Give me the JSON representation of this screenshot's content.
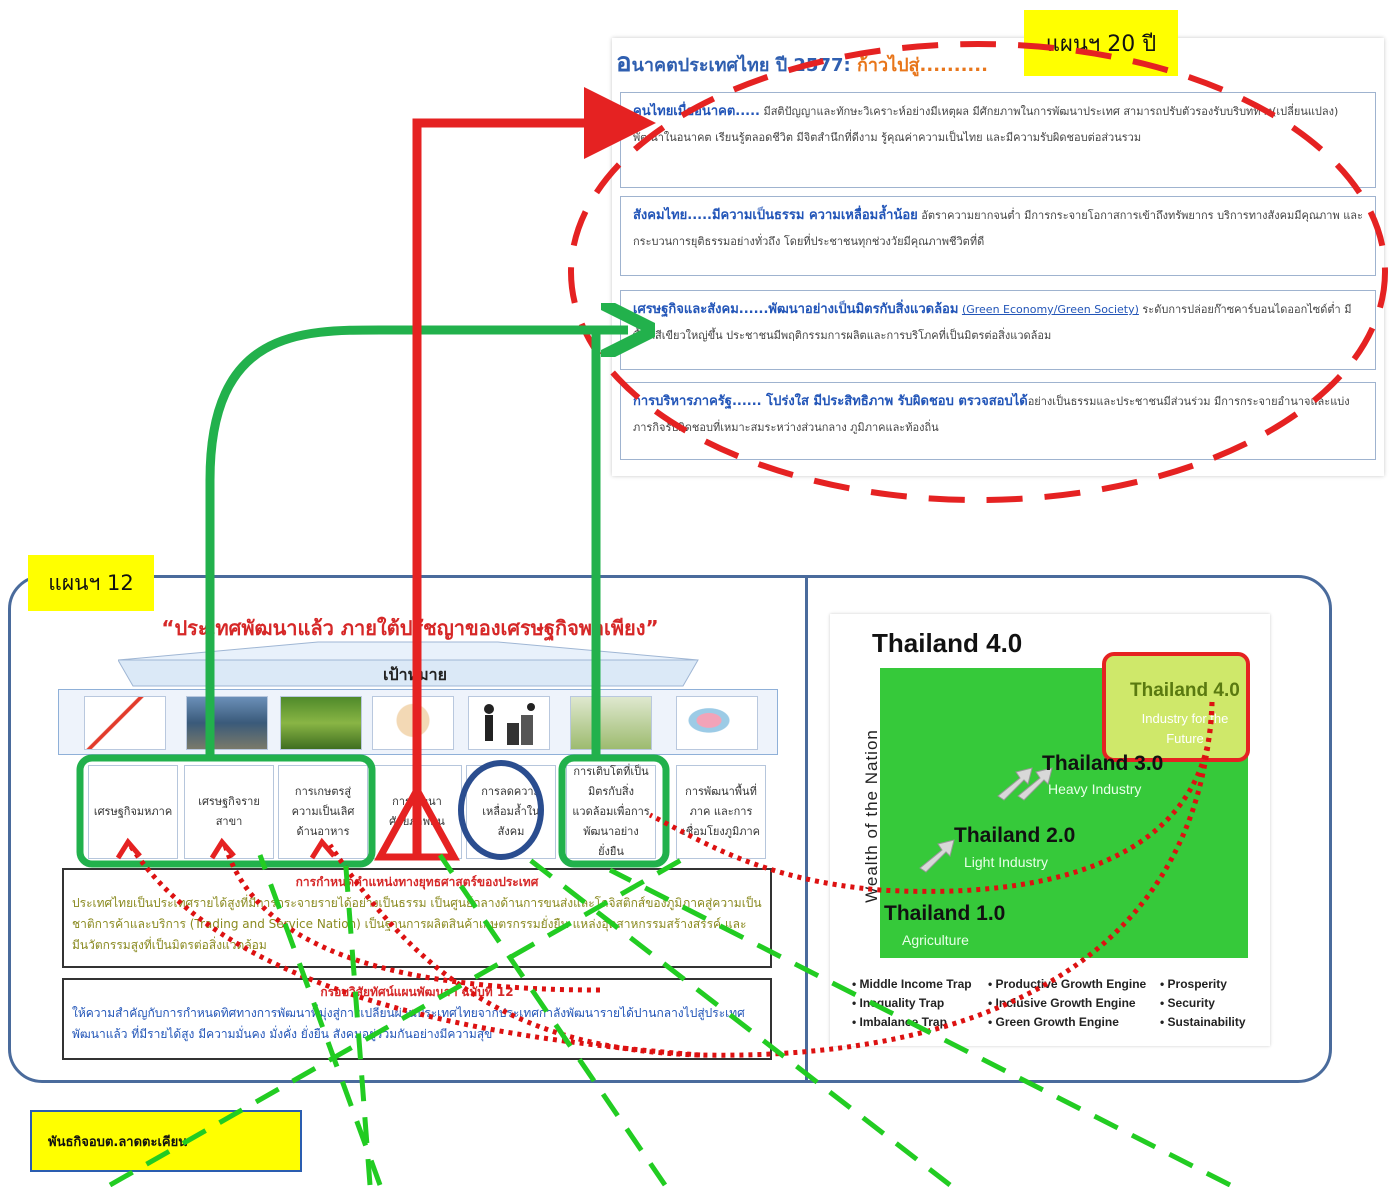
{
  "future": {
    "badge": "แผนฯ 20 ปี",
    "title_big": "อ",
    "title_main": "นาคตประเทศไทย ปี 2577: ",
    "title_accent": "ก้าวไปสู่..........",
    "accent_color": "#e8761b",
    "boxes": [
      {
        "head": "คนไทยเมื่ออนาคต.....",
        "body": " มีสติปัญญาและทักษะวิเคราะห์อย่างมีเหตุผล มีศักยภาพในการพัฒนาประเทศ สามารถปรับตัวรองรับบริบททาง(เปลี่ยนแปลง) พัฒนาในอนาคต เรียนรู้ตลอดชีวิต มีจิตสำนึกที่ดีงาม รู้คุณค่าความเป็นไทย และมีความรับผิดชอบต่อส่วนรวม"
      },
      {
        "head": "สังคมไทย.....มีความเป็นธรรม  ความเหลื่อมล้ำน้อย",
        "body": " อัตราความยากจนต่ำ มีการกระจายโอกาสการเข้าถึงทรัพยากร บริการทางสังคมมีคุณภาพ และกระบวนการยุติธรรมอย่างทั่วถึง โดยที่ประชาชนทุกช่วงวัยมีคุณภาพชีวิตที่ดี"
      },
      {
        "head": "เศรษฐกิจและสังคม......พัฒนาอย่างเป็นมิตรกับสิ่งแวดล้อม",
        "link": "(Green   Economy/Green   Society)",
        "body": " ระดับการปล่อยก๊าซคาร์บอนไดออกไซด์ต่ำ มีพื้นที่สีเขียวใหญ่ขึ้น ประชาชนมีพฤติกรรมการผลิตและการบริโภคที่เป็นมิตรต่อสิ่งแวดล้อม"
      },
      {
        "head": "การบริหารภาครัฐ...... โปร่งใส มีประสิทธิภาพ รับผิดชอบ ตรวจสอบได้",
        "body": "อย่างเป็นธรรมและประชาชนมีส่วนร่วม มีการกระจายอำนาจและแบ่งภารกิจรับผิดชอบที่เหมาะสมระหว่างส่วนกลาง ภูมิภาคและท้องถิ่น"
      }
    ]
  },
  "plan12": {
    "badge": "แผนฯ 12",
    "heading": "“ประเทศพัฒนาแล้ว ภายใต้ปรัชญาของเศรษฐกิจพอเพียง”",
    "goal_label": "เป้าหมาย",
    "targets": [
      "เศรษฐกิจมหภาค",
      "เศรษฐกิจรายสาขา",
      "การเกษตรสู่ความเป็นเลิศด้านอาหาร",
      "การพัฒนาศักยภาพคน",
      "การลดความเหลื่อมล้ำในสังคม",
      "การเติบโตที่เป็นมิตรกับสิ่งแวดล้อมเพื่อการพัฒนาอย่างยั่งยืน",
      "การพัฒนาพื้นที่ภาค และการเชื่อมโยงภูมิภาค"
    ],
    "position_title": "การกำหนดตำแหน่งทางยุทธศาสตร์ของประเทศ",
    "position_text": "ประเทศไทยเป็นประเทศรายได้สูงที่มีการกระจายรายได้อย่างเป็นธรรม เป็นศูนย์กลางด้านการขนส่งและโลจิสติกส์ของภูมิภาคสู่ความเป็นชาติการค้าและบริการ (Trading and Service Nation) เป็นฐานการผลิตสินค้าเกษตรกรรมยั่งยืน แหล่งอุตสาหกรรมสร้างสรรค์ และมีนวัตกรรมสูงที่เป็นมิตรต่อสิ่งแวดล้อม",
    "vision_title": "กรอบวิสัยทัศน์แผนพัฒนาฯ ฉบับที่ 12",
    "vision_text": "ให้ความสำคัญกับการกำหนดทิศทางการพัฒนาที่มุ่งสู่การเปลี่ยนผ่านประเทศไทยจากประเทศกำลังพัฒนารายได้ปานกลางไปสู่ประเทศพัฒนาแล้ว ที่มีรายได้สูง มีความมั่นคง มั่งคั่ง ยั่งยืน สังคมอยู่ร่วมกันอย่างมีความสุข"
  },
  "thailand40": {
    "title": "Thailand 4.0",
    "y_axis": "Wealth of the Nation",
    "stages": [
      {
        "name": "Thailand 1.0",
        "sub": "Agriculture"
      },
      {
        "name": "Thailand 2.0",
        "sub": "Light Industry"
      },
      {
        "name": "Thailand 3.0",
        "sub": "Heavy Industry"
      },
      {
        "name": "Thailand 4.0",
        "sub": "Industry for the Future"
      }
    ],
    "traps": [
      "Middle Income Trap",
      "Inequality Trap",
      "Imbalance Trap"
    ],
    "engines": [
      "Productive Growth Engine",
      "Inclusive Growth Engine",
      "Green Growth Engine"
    ],
    "goals": [
      "Prosperity",
      "Security",
      "Sustainability"
    ],
    "green_color": "#36c93a",
    "highlight_color": "#e52222"
  },
  "mission": {
    "label": "พันธกิจอบต.ลาดตะเคียน"
  },
  "colors": {
    "red_arrow": "#e52222",
    "green_arrow": "#22b14c",
    "dash_green": "#22cc22",
    "dot_red": "#dd1111",
    "title_blue": "#2f5fb0"
  }
}
